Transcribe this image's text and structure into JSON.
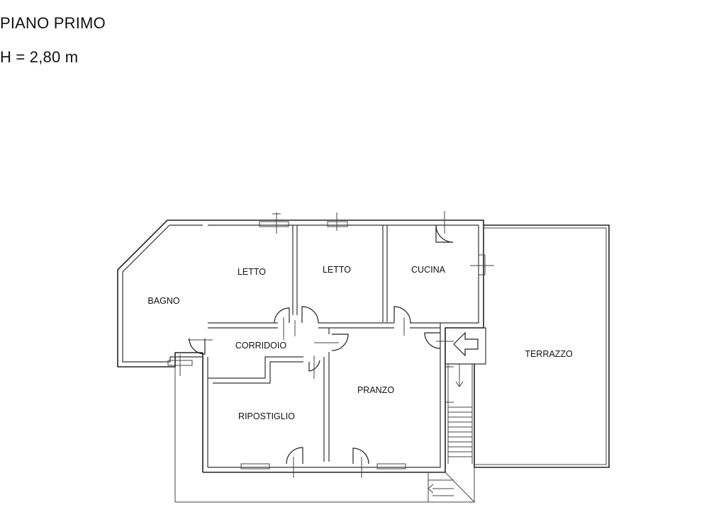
{
  "header": {
    "floor_title": "PIANO PRIMO",
    "height_note": "H = 2,80 m"
  },
  "rooms": {
    "bagno": "BAGNO",
    "letto_1": "LETTO",
    "letto_2": "LETTO",
    "cucina": "CUCINA",
    "corridoio": "CORRIDOIO",
    "terrazzo": "TERRAZZO",
    "pranzo": "PRANZO",
    "ripostiglio": "RIPOSTIGLIO"
  },
  "icons": {
    "entrance": "entrance-arrow-icon",
    "stairs": "stairs-icon",
    "door": "door-swing-icon",
    "window": "window-icon"
  }
}
